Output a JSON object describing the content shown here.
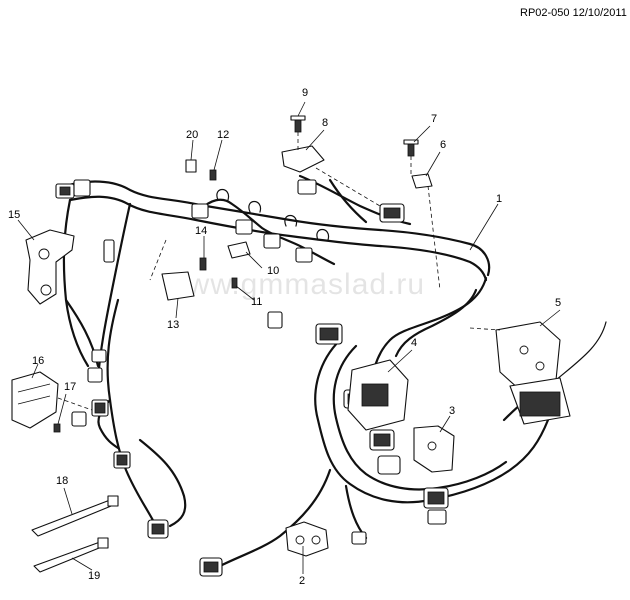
{
  "header": {
    "reference": "RP02-050 12/10/2011"
  },
  "watermark": "www.gmmaslad.ru",
  "callouts": {
    "c1": "1",
    "c2": "2",
    "c3": "3",
    "c4": "4",
    "c5": "5",
    "c6": "6",
    "c7": "7",
    "c8": "8",
    "c9": "9",
    "c10": "10",
    "c11": "11",
    "c12": "12",
    "c13": "13",
    "c14": "14",
    "c15": "15",
    "c16": "16",
    "c17": "17",
    "c18": "18",
    "c19": "19",
    "c20": "20"
  }
}
